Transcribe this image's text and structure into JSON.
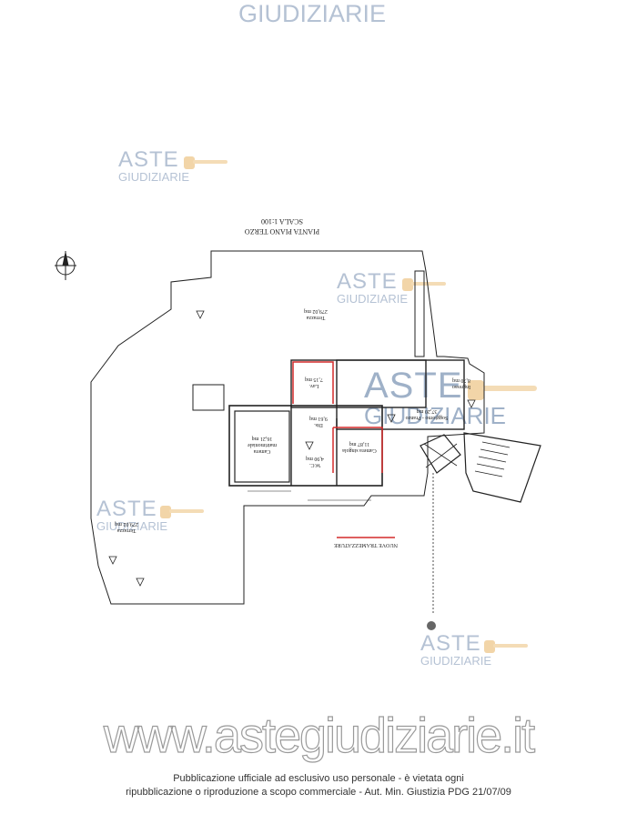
{
  "watermarks": {
    "top_partial": "GIUDIZIARIE",
    "brand_main": "ASTE",
    "brand_sub": "GIUDIZIARIE"
  },
  "plan": {
    "title": "PIANTA PIANO TERZO",
    "scale": "SCALA 1:100",
    "rooms": {
      "terrace_top_name": "Terrazza",
      "terrace_top_area": "279,02 mq",
      "terrace_left_name": "Terrazza",
      "terrace_left_area": "279,02 mq",
      "lav_name": "Lav.",
      "lav_area": "7,15 mq",
      "dis_name": "Dis.",
      "dis_area": "9,61 mq",
      "camera_mat_name": "Camera matrimoniale",
      "camera_mat_area": "16,21 mq",
      "wc_name": "W.C.",
      "wc_area": "4,90 mq",
      "camera_sing_name": "Camera singola",
      "camera_sing_area": "11,87 mq",
      "soggiorno_name": "Soggiorno - Pranzo",
      "soggiorno_area": "37,20 mq",
      "ingresso_name": "Ingresso",
      "ingresso_area": "8,70 mq"
    },
    "legend_label": "NUOVE TRAMEZZATURE",
    "colors": {
      "walls": "#222222",
      "new_partitions": "#d42a2a"
    }
  },
  "footer": {
    "url": "www.astegiudiziarie.it",
    "line1": "Pubblicazione ufficiale ad esclusivo uso personale - è vietata ogni",
    "line2": "ripubblicazione o riproduzione a scopo commerciale - Aut. Min. Giustizia PDG 21/07/09"
  }
}
